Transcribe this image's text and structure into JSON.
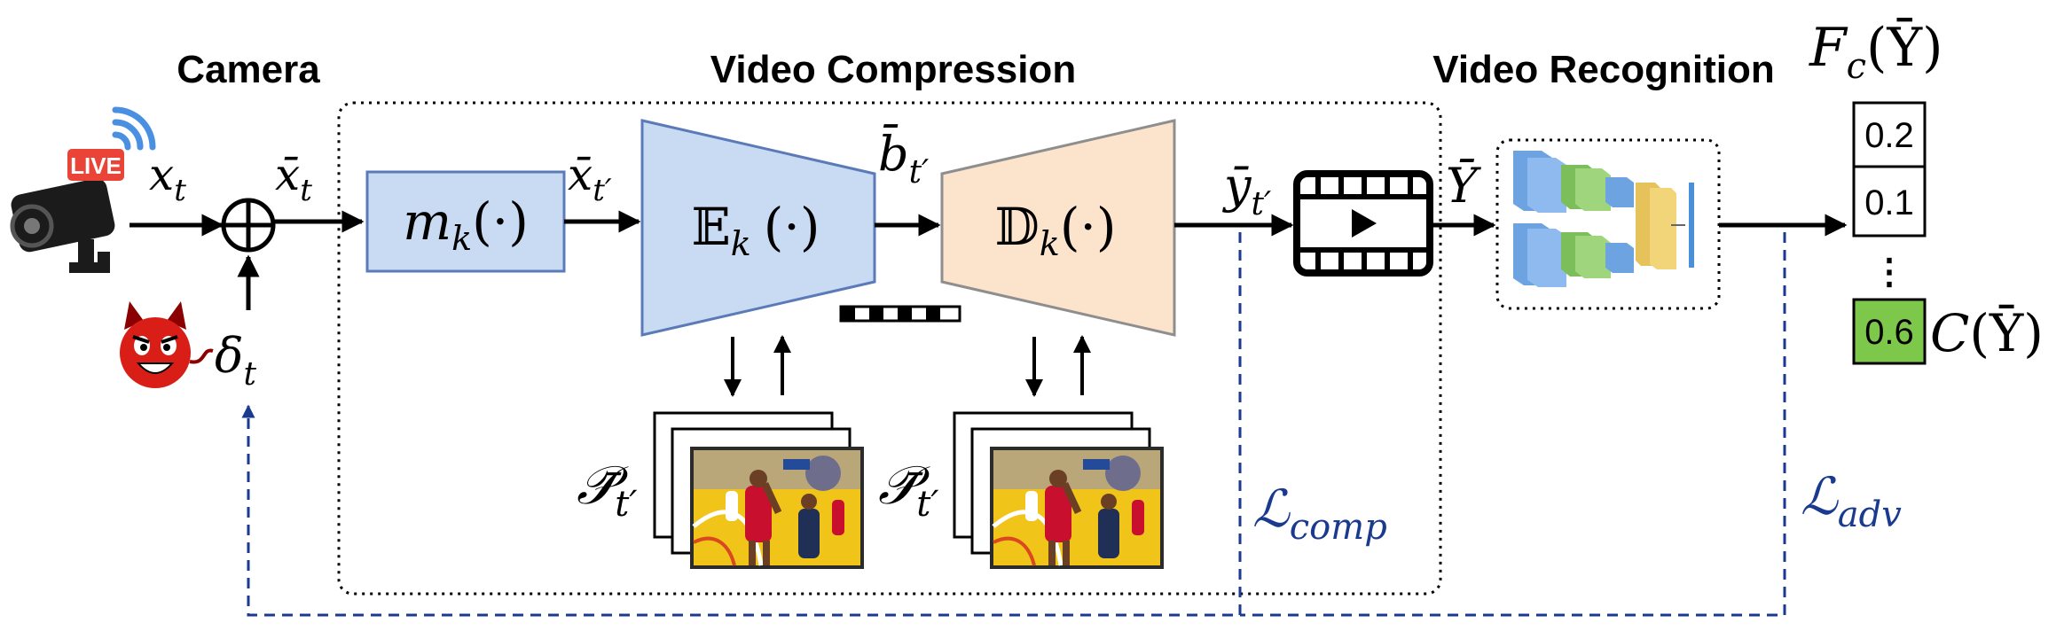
{
  "sections": {
    "camera": "Camera",
    "compression": "Video Compression",
    "recognition": "Video Recognition"
  },
  "camera": {
    "live_badge": "LIVE",
    "icon": "cctv-camera-icon"
  },
  "attacker": {
    "icon": "devil-face-icon"
  },
  "symbols": {
    "x_t": {
      "base": "x",
      "sub": "t"
    },
    "x_bar_t": {
      "base": "x̄",
      "sub": "t"
    },
    "delta_t": {
      "base": "δ",
      "sub": "t"
    },
    "x_bar_t_prime": {
      "base": "x̄",
      "sub": "t′"
    },
    "b_bar_t_prime": {
      "base": "b̄",
      "sub": "t′"
    },
    "y_bar_t_prime": {
      "base": "ȳ",
      "sub": "t′"
    },
    "Y_bar": "Ȳ",
    "P_bar_enc": {
      "base": "𝒫̄",
      "sub": "t′"
    },
    "P_bar_dec": {
      "base": "𝒫̄",
      "sub": "t′"
    }
  },
  "blocks": {
    "mask": {
      "fn": "m",
      "sub": "k",
      "arg": "(·)"
    },
    "encoder": {
      "fn": "𝔼",
      "sub": "k",
      "arg": "(·)"
    },
    "decoder": {
      "fn": "𝔻",
      "sub": "k",
      "arg": "(·)"
    }
  },
  "output": {
    "header": {
      "fn": "F",
      "sub": "c",
      "arg": "(Ȳ)"
    },
    "scores": [
      "0.2",
      "0.1",
      "0.6"
    ],
    "ellipsis": "⋮",
    "label": {
      "fn": "C",
      "arg": "(Ȳ)"
    }
  },
  "losses": {
    "comp": {
      "base": "ℒ",
      "sub": "comp"
    },
    "adv": {
      "base": "ℒ",
      "sub": "adv"
    }
  },
  "colors": {
    "mask_fill": "#c9daf3",
    "mask_stroke": "#5b7bb8",
    "encoder_fill": "#c9daf3",
    "decoder_fill": "#fbe3cc",
    "decoder_stroke": "#8e8e8e",
    "highlight_score": "#7dc84b",
    "loss_line": "#1a3a8f",
    "live_red": "#e94437",
    "court_yellow": "#f0c419",
    "player_red": "#c8102e"
  }
}
